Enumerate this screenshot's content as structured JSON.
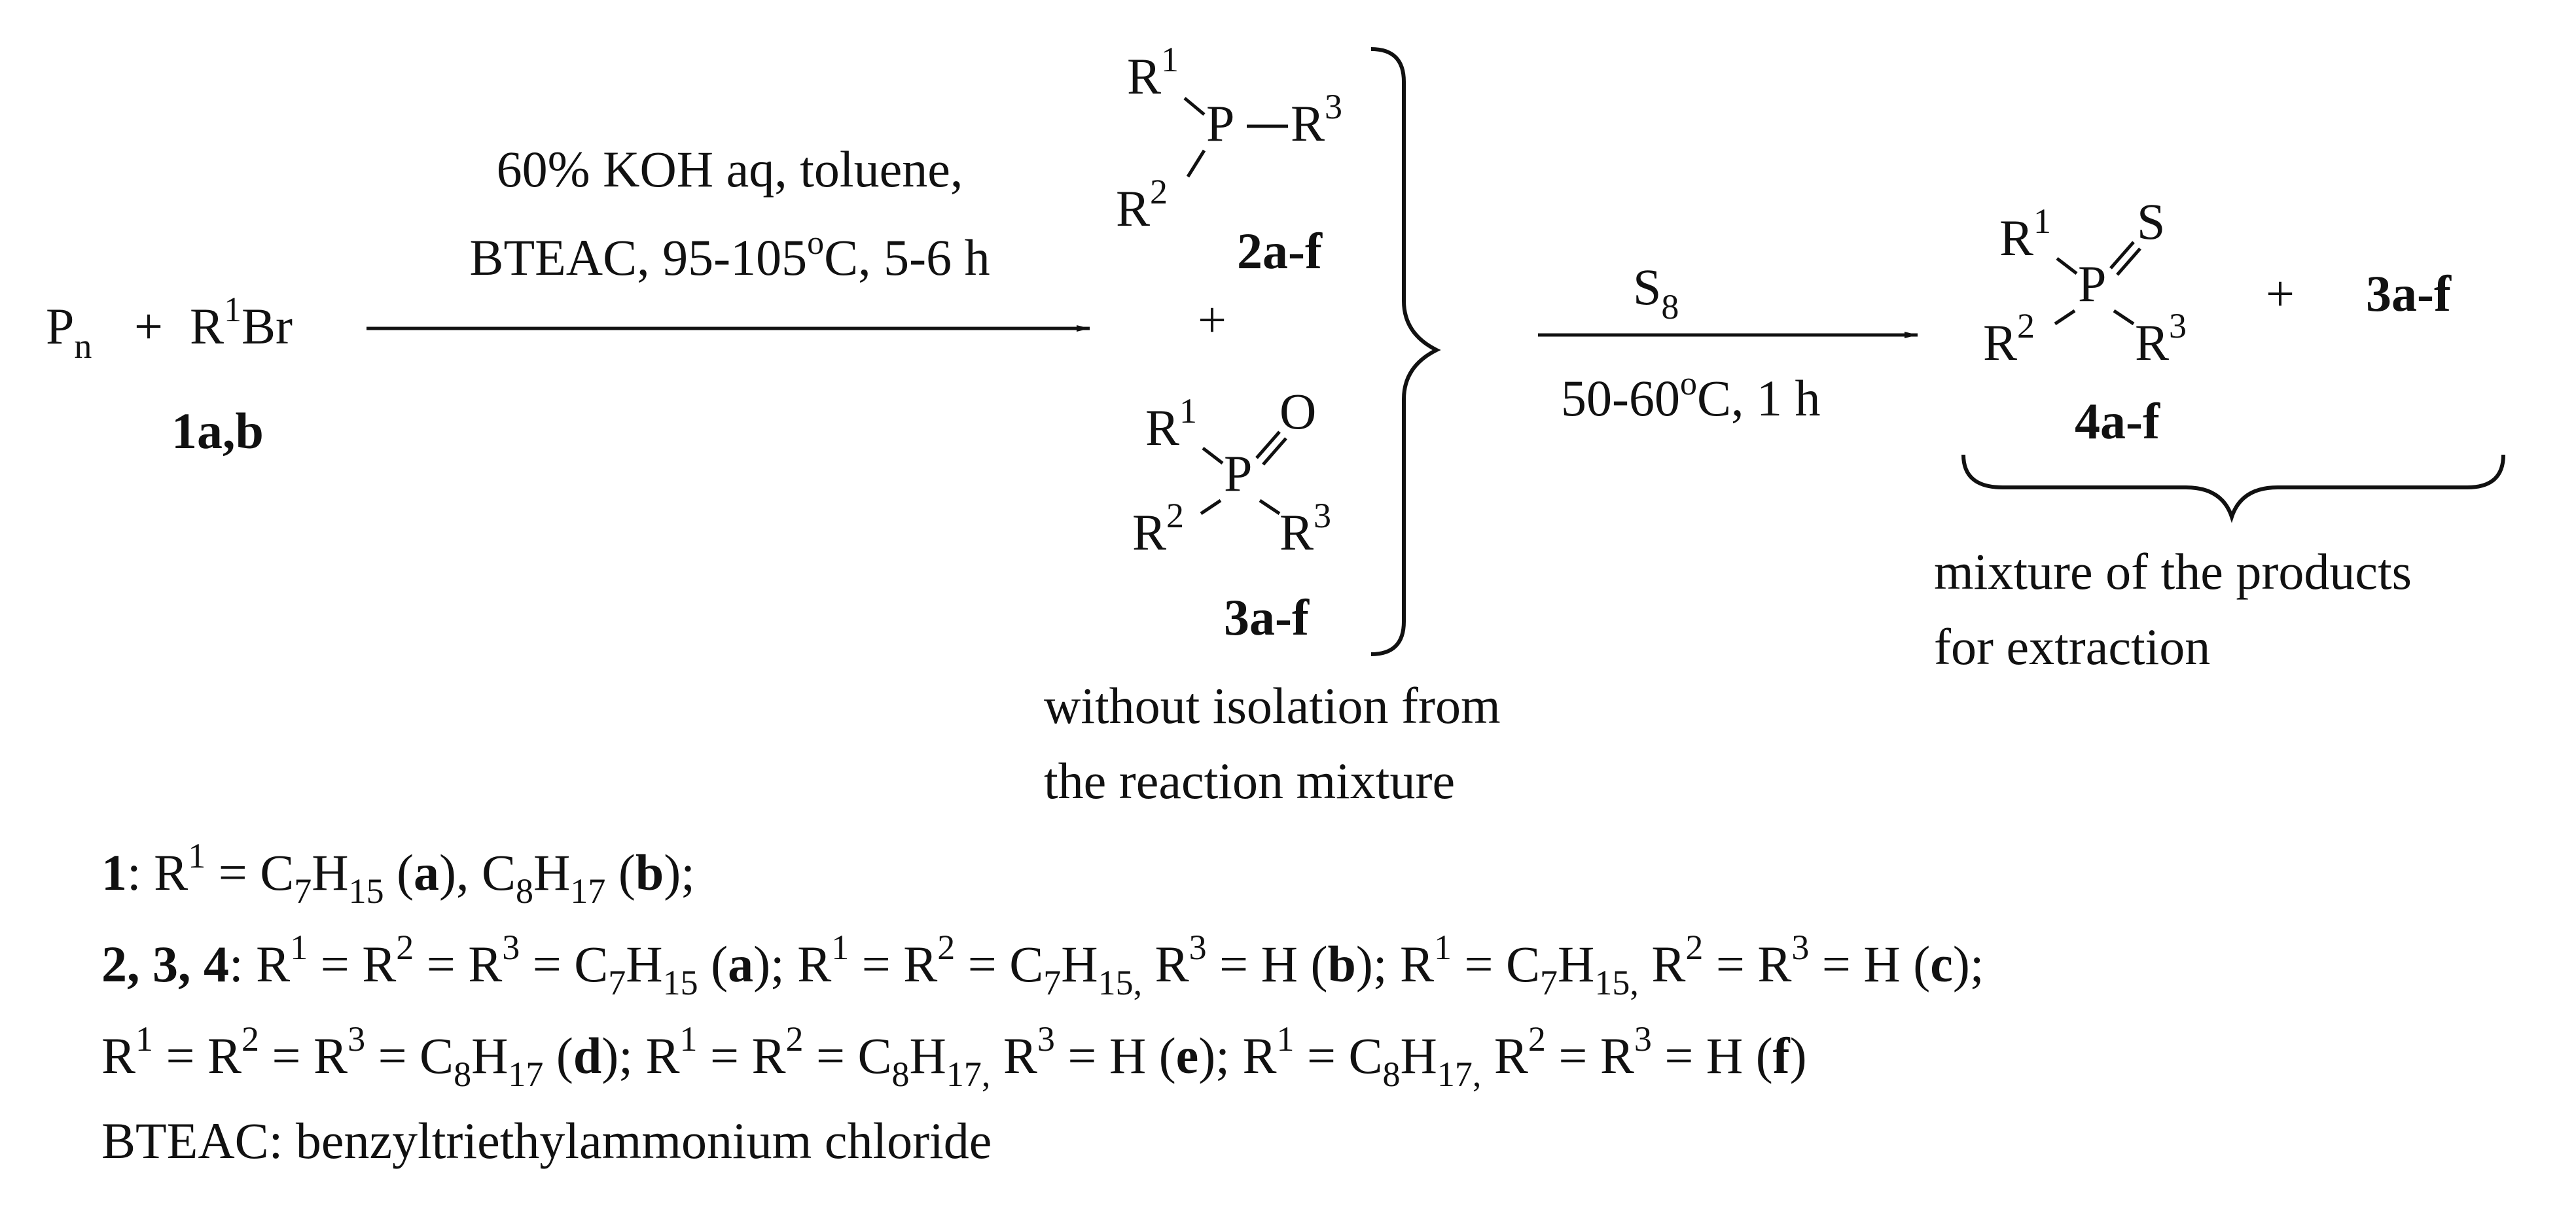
{
  "reactants": {
    "element": "P",
    "element_sub": "n",
    "plus": "+",
    "halide_prefix": "R",
    "halide_sup": "1",
    "halide_suffix": "Br",
    "label": "1a,b"
  },
  "step1": {
    "line1": "60% KOH aq, toluene,",
    "line2_pre": "BTEAC, 95-105",
    "line2_sup": "o",
    "line2_post": "C, 5-6 h"
  },
  "intermediates": {
    "phosphine": {
      "r1": "R",
      "r1_sup": "1",
      "p": "P",
      "r3": "R",
      "r3_sup": "3",
      "r2": "R",
      "r2_sup": "2",
      "label": "2a-f"
    },
    "plus": "+",
    "oxide": {
      "r1": "R",
      "r1_sup": "1",
      "p": "P",
      "o": "O",
      "r2": "R",
      "r2_sup": "2",
      "r3": "R",
      "r3_sup": "3",
      "label": "3a-f"
    },
    "note_line1": "without isolation from",
    "note_line2": "the reaction mixture"
  },
  "step2": {
    "reagent": "S",
    "reagent_sub": "8",
    "cond_pre": "50-60",
    "cond_sup": "o",
    "cond_post": "C, 1 h"
  },
  "products": {
    "sulfide": {
      "r1": "R",
      "r1_sup": "1",
      "p": "P",
      "s": "S",
      "r2": "R",
      "r2_sup": "2",
      "r3": "R",
      "r3_sup": "3",
      "label": "4a-f"
    },
    "plus": "+",
    "other_label": "3a-f",
    "note_line1": "mixture of the products",
    "note_line2": "for extraction"
  },
  "legend": {
    "line1": {
      "n": "1",
      "colon": ": R",
      "sup1": "1",
      "eq": " = C",
      "s1": "7",
      "h": "H",
      "s2": "15",
      "sp": " (",
      "a": "a",
      "mid": "), C",
      "s3": "8",
      "h2": "H",
      "s4": "17",
      "sp2": " (",
      "b": "b",
      "end": ");"
    },
    "line2": {
      "n": "2, 3, 4",
      "colon": ": R",
      "text": "1 = R2 = R3 = C7H15 (a); R1 = R2 = C7H15, R3 = H (b); R1 = C7H15, R2 = R3 = H (c);"
    },
    "line3": {
      "text": "R1 = R2 = R3 = C8H17 (d); R1 = R2 = C8H17, R3 = H (e); R1 = C8H17, R2 = R3 = H (f)"
    },
    "line4": "BTEAC: benzyltriethylammonium chloride"
  }
}
